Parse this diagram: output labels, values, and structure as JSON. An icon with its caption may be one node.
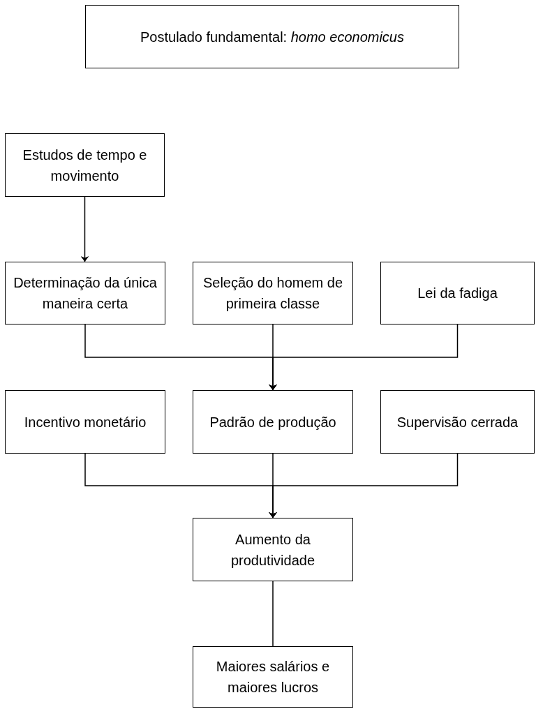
{
  "diagram": {
    "nodes": [
      {
        "text": [
          "Postulado fundamental: *homo economicus*"
        ]
      },
      {
        "text": [
          "Estudos de tempo e movimento"
        ]
      },
      {
        "text": [
          "Determinação da única maneira certa"
        ]
      },
      {
        "text": [
          "Seleção do homem de primeira classe"
        ]
      },
      {
        "text": [
          "Lei da fadiga"
        ]
      },
      {
        "text": [
          "Incentivo monetário"
        ]
      },
      {
        "text": [
          "Padrão de produção"
        ]
      },
      {
        "text": [
          "Supervisão cerrada"
        ]
      },
      {
        "text": [
          "Aumento da produtividade"
        ]
      },
      {
        "text": [
          "Maiores salários e maiores lucros"
        ]
      }
    ],
    "edges": [
      {
        "from": 1,
        "to": 2,
        "arrow": "to"
      },
      {
        "from": 2,
        "to": 6,
        "arrow": "to"
      },
      {
        "from": 3,
        "to": 6,
        "arrow": "to"
      },
      {
        "from": 4,
        "to": 6,
        "arrow": "to"
      },
      {
        "from": 5,
        "to": 8,
        "arrow": "to"
      },
      {
        "from": 6,
        "to": 8,
        "arrow": "to"
      },
      {
        "from": 7,
        "to": 8,
        "arrow": "to"
      },
      {
        "from": 8,
        "to": 9,
        "arrow": "none"
      }
    ]
  }
}
